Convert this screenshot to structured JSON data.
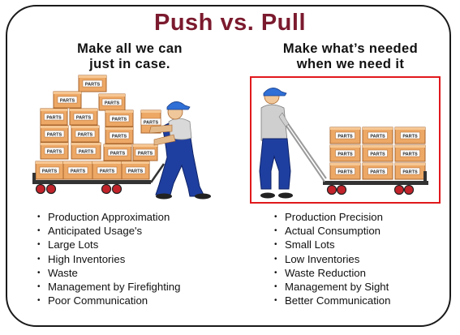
{
  "title": "Push vs. Pull",
  "push": {
    "heading_line1": "Make all we can",
    "heading_line2": "just in case.",
    "box_label": "PARTS",
    "items": [
      "Production Approximation",
      "Anticipated Usage's",
      "Large Lots",
      "High Inventories",
      "Waste",
      "Management by Firefighting",
      "Poor Communication"
    ]
  },
  "pull": {
    "heading_line1": "Make what’s needed",
    "heading_line2": "when we need it",
    "box_label": "PARTS",
    "items": [
      "Production Precision",
      "Actual Consumption",
      "Small Lots",
      "Low Inventories",
      "Waste Reduction",
      "Management by Sight",
      "Better Communication"
    ]
  },
  "bullet_char": "•",
  "colors": {
    "title": "#7b1a2e",
    "box": "#eda866",
    "box_edge": "#a8652c",
    "overalls": "#1f3fa0",
    "shirt": "#c9c9c9",
    "cap": "#2f6fd6",
    "cart": "#333333",
    "wheel": "#c2232a",
    "highlight": "#e0191d"
  }
}
